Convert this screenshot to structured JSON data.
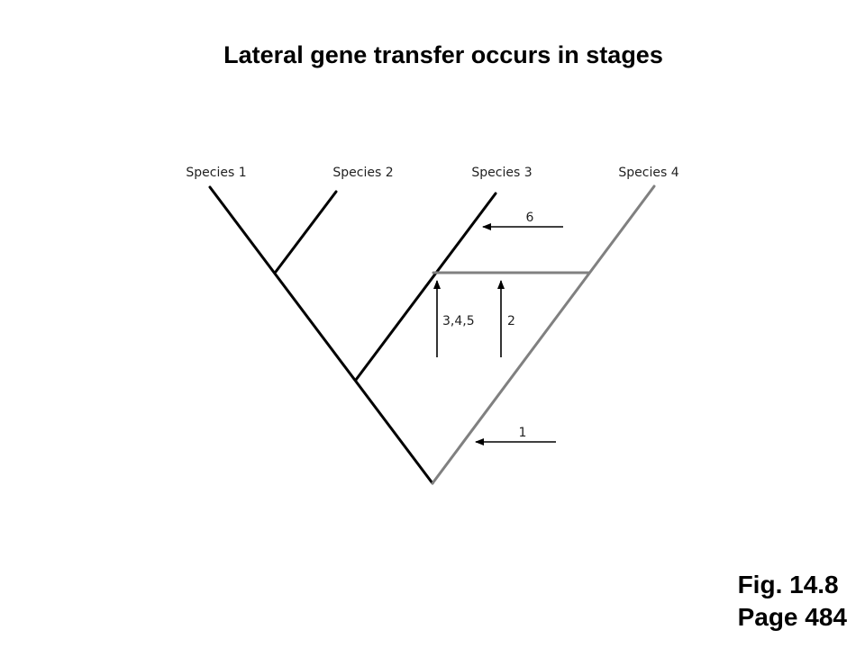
{
  "slide": {
    "title": "Lateral gene transfer occurs in stages"
  },
  "diagram": {
    "species": [
      {
        "label": "Species 1"
      },
      {
        "label": "Species 2"
      },
      {
        "label": "Species 3"
      },
      {
        "label": "Species 4"
      }
    ],
    "arrows": [
      {
        "label": "6"
      },
      {
        "label": "3,4,5"
      },
      {
        "label": "2"
      },
      {
        "label": "1"
      }
    ],
    "colors": {
      "main_lineage": "#000000",
      "transfer_lineage": "#808080",
      "arrow": "#000000"
    }
  },
  "caption": {
    "figure": "Fig. 14.8",
    "page": "Page 484"
  }
}
